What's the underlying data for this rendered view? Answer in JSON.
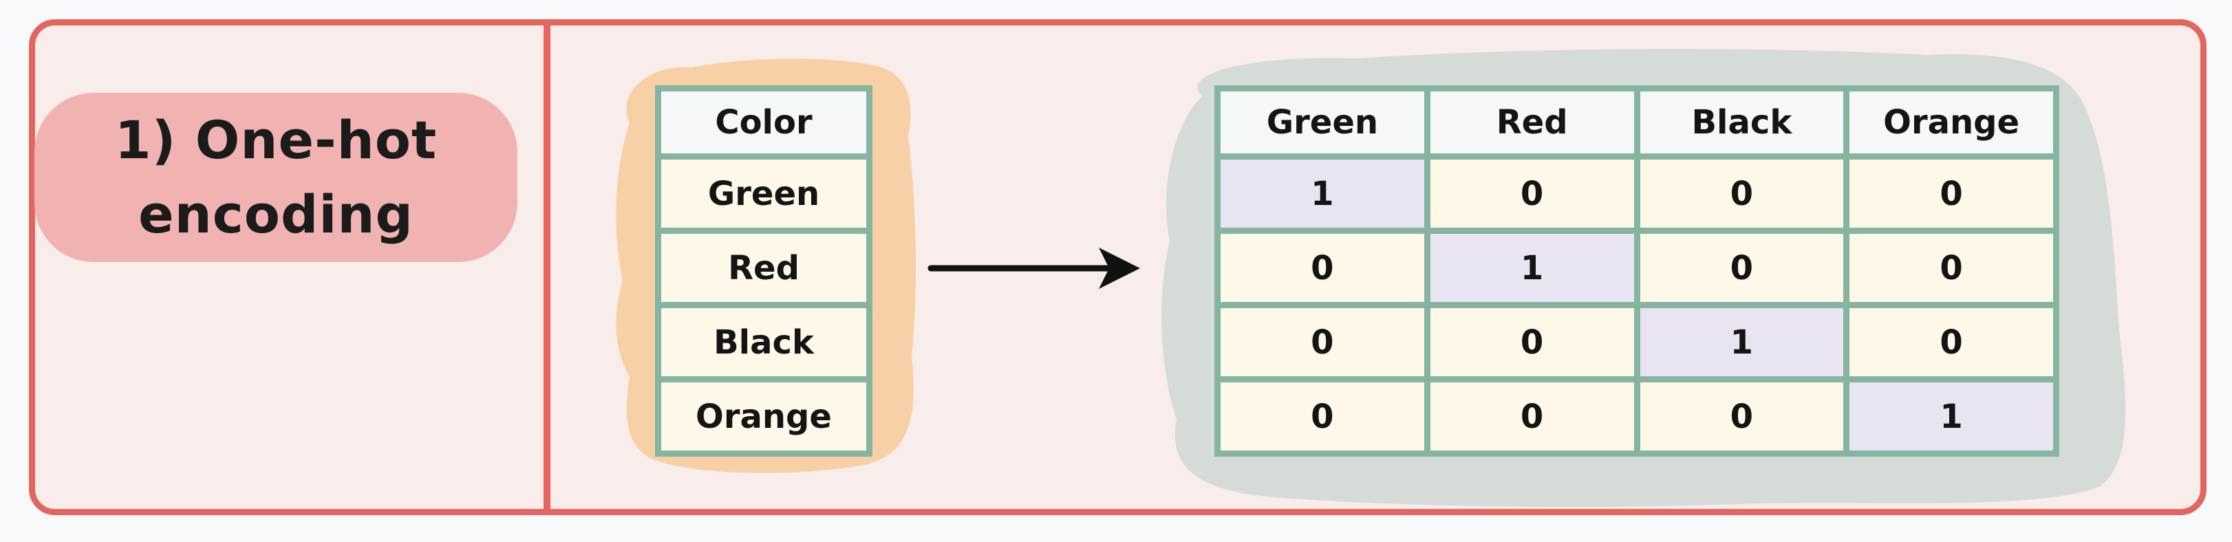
{
  "panel": {
    "title": "1) One-hot encoding",
    "title_line1": "1) One-hot",
    "title_line2": "encoding"
  },
  "source_table": {
    "header": "Color",
    "rows": [
      "Green",
      "Red",
      "Black",
      "Orange"
    ]
  },
  "encoded_table": {
    "headers": [
      "Green",
      "Red",
      "Black",
      "Orange"
    ],
    "rows": [
      [
        "1",
        "0",
        "0",
        "0"
      ],
      [
        "0",
        "1",
        "0",
        "0"
      ],
      [
        "0",
        "0",
        "1",
        "0"
      ],
      [
        "0",
        "0",
        "0",
        "1"
      ]
    ]
  },
  "colors": {
    "page_background": "#f7f9fa",
    "frame_border": "#e4645e",
    "frame_background": "#f8edea",
    "title_pill": "#f1b3b1",
    "table_border": "#85b4a1",
    "header_cell": "#f6f7f8",
    "data_cell": "#fdf8e7",
    "highlight_cell": "#e9e4f1",
    "orange_blob": "#f8d0a6",
    "gray_blob": "#d5dbd7",
    "text": "#141414",
    "arrow": "#111111"
  }
}
